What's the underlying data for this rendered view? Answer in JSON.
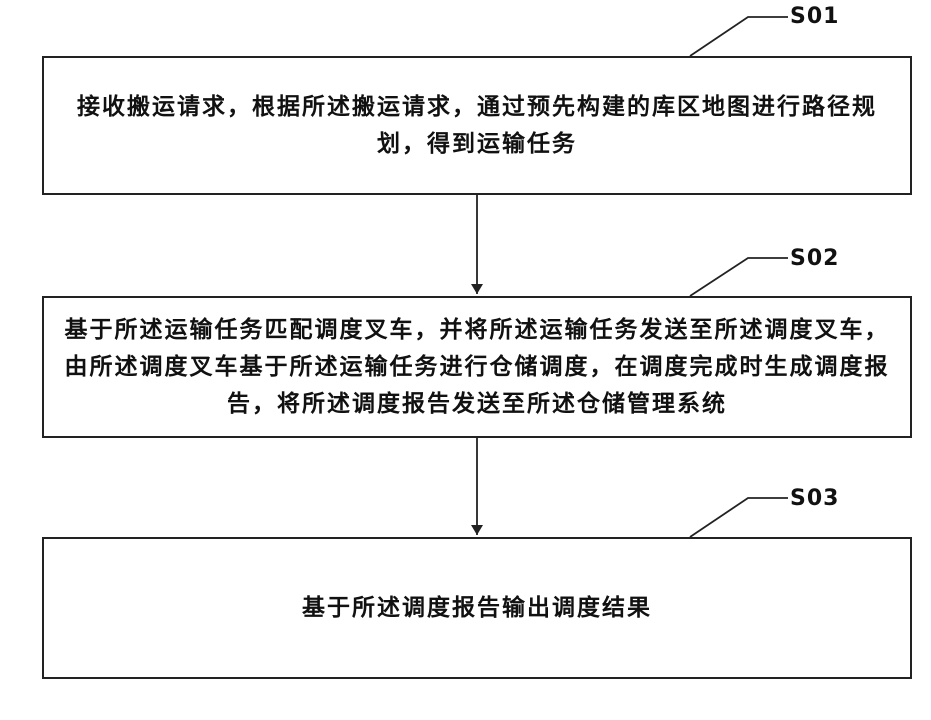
{
  "steps": [
    {
      "label": "S01",
      "text": "接收搬运请求，根据所述搬运请求，通过预先构建的库区地图进行路径规划，得到运输任务"
    },
    {
      "label": "S02",
      "text": "基于所述运输任务匹配调度叉车，并将所述运输任务发送至所述调度叉车，由所述调度叉车基于所述运输任务进行仓储调度，在调度完成时生成调度报告，将所述调度报告发送至所述仓储管理系统"
    },
    {
      "label": "S03",
      "text": "基于所述调度报告输出调度结果"
    }
  ],
  "colors": {
    "line": "#222222",
    "text": "#111111",
    "background": "#ffffff"
  }
}
